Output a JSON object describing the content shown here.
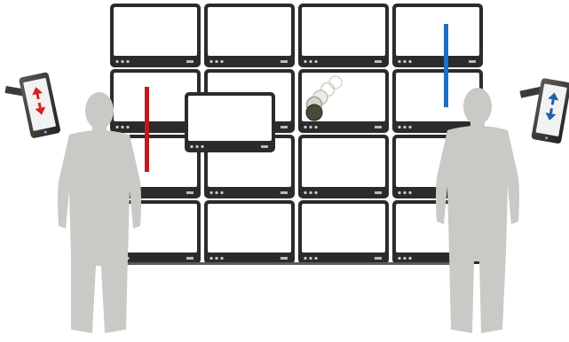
{
  "wall": {
    "rows": 4,
    "cols": 4,
    "bezel_color": "#2b2b2b",
    "screen_color": "#ffffff",
    "stand_color": "#5a5a5a"
  },
  "left_bar": {
    "color": "#c0191b"
  },
  "right_bar": {
    "color": "#1f6fc4"
  },
  "ball": {
    "color": "#4a4a3a",
    "ghost_color": "#dcdcd4"
  },
  "person_color": "#c9c9c6",
  "tablet_left": {
    "arrow_color": "#d42020",
    "direction": "up-down"
  },
  "tablet_right": {
    "arrow_color": "#1f5fae",
    "direction": "up-down"
  }
}
